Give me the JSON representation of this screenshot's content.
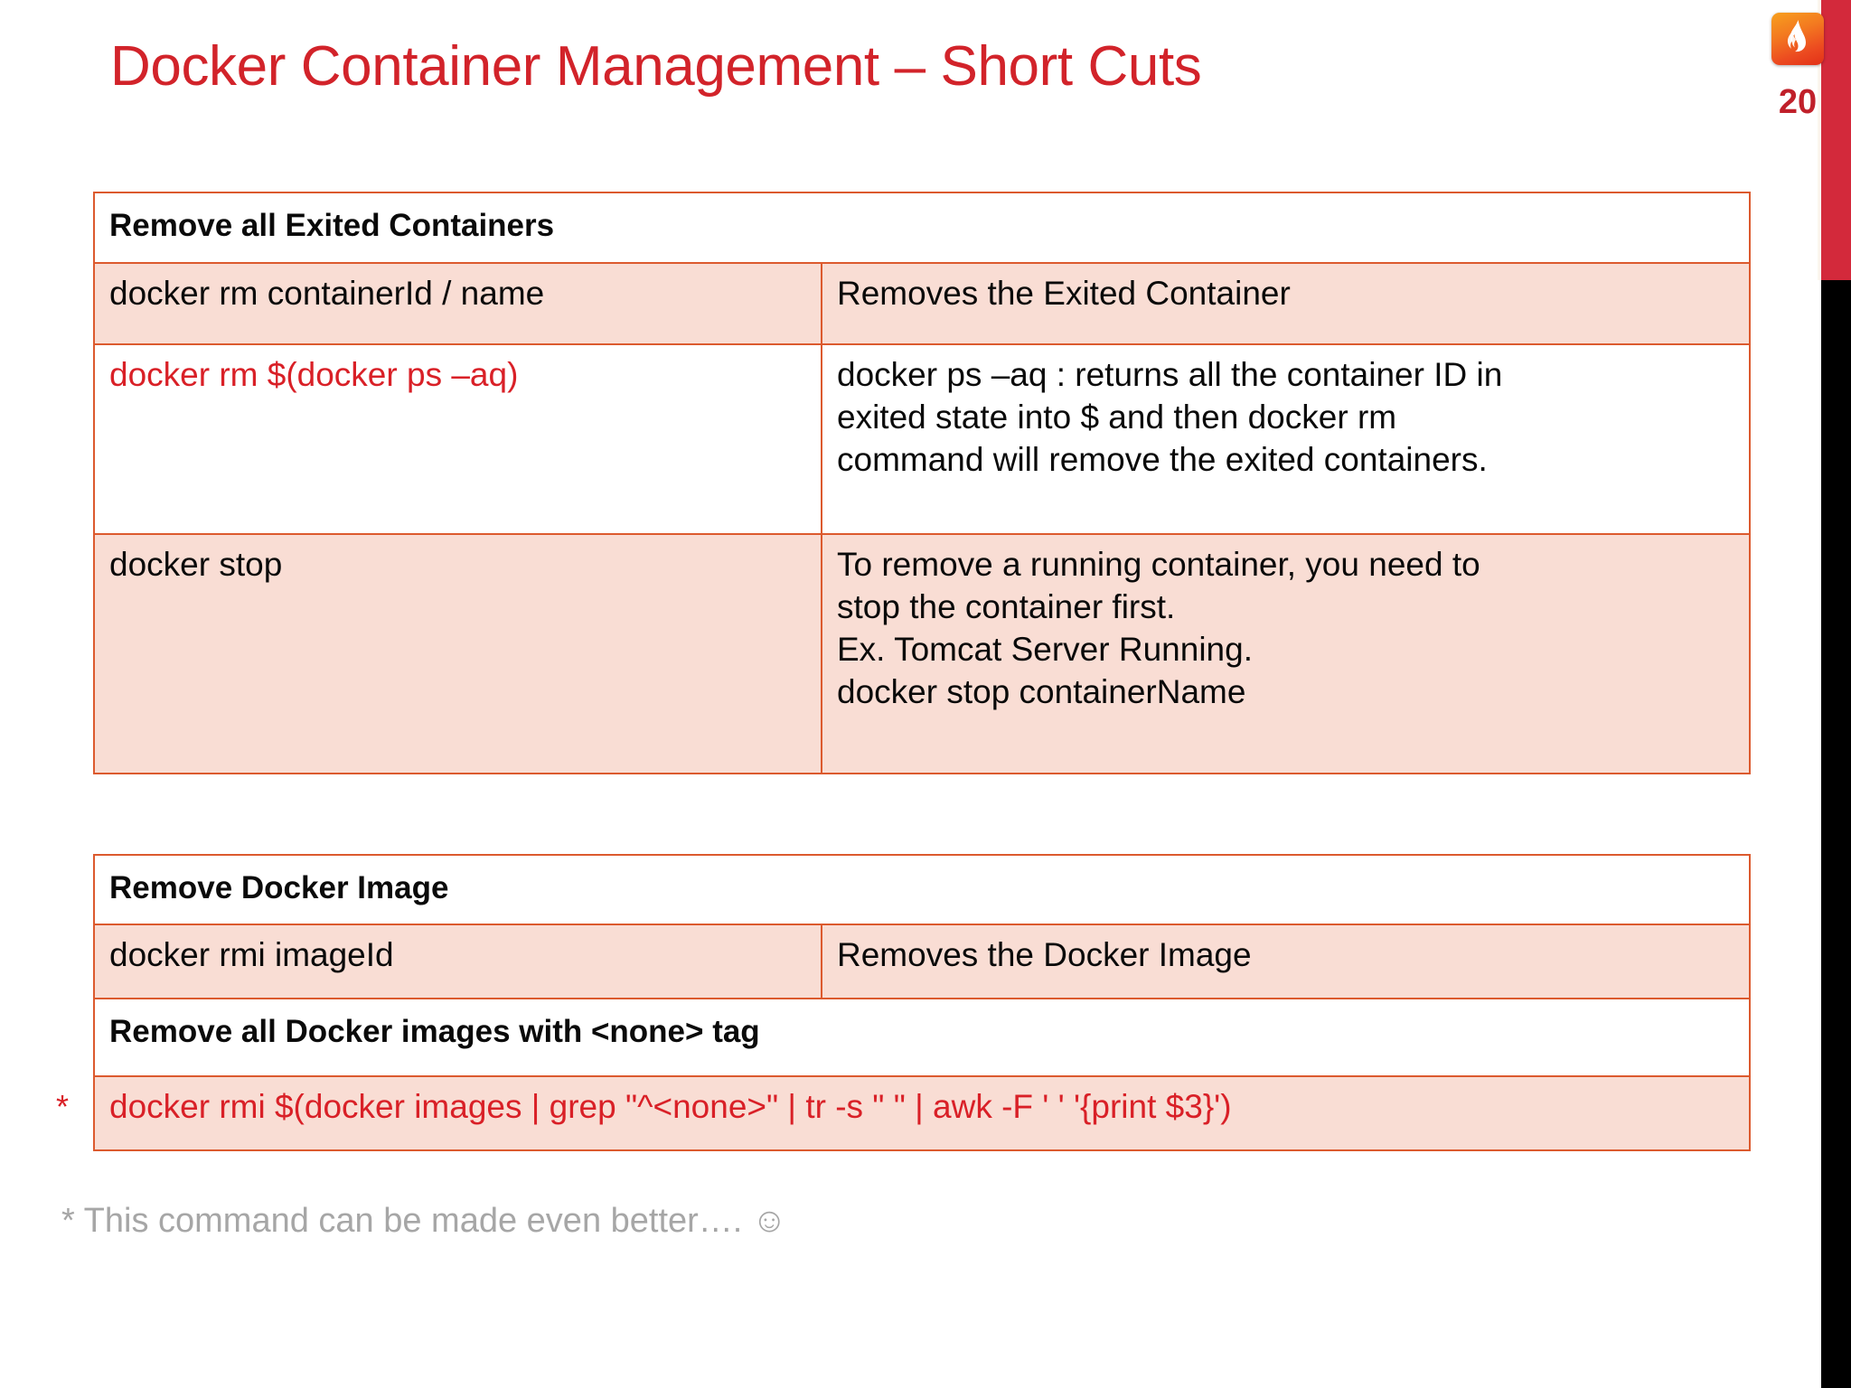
{
  "slide": {
    "title": "Docker Container Management – Short Cuts",
    "page_number": "20",
    "logo_icon": "flame-logo-icon",
    "title_color": "#D2232A",
    "accent_border_color": "#DC5A2E",
    "row_fill_color": "#F9DDD4",
    "command_red_color": "#D92027",
    "edge_red_color": "#D3293B",
    "edge_black_color": "#000000"
  },
  "table1": {
    "header": "Remove all Exited Containers",
    "rows": [
      {
        "command": "docker rm containerId / name",
        "description_lines": [
          "Removes the Exited Container"
        ],
        "fill": "pink",
        "command_red": false
      },
      {
        "command": "docker rm $(docker ps –aq)",
        "description_lines": [
          "docker ps –aq : returns all the container ID in",
          "exited state into $ and then docker rm",
          "command will remove the exited containers."
        ],
        "fill": "white",
        "command_red": true
      },
      {
        "command": "docker stop",
        "description_lines": [
          "To remove a running container, you need to",
          "stop the container first.",
          "Ex. Tomcat Server Running.",
          "docker stop containerName"
        ],
        "fill": "pink",
        "command_red": false
      }
    ]
  },
  "table2": {
    "header": "Remove Docker Image",
    "row1": {
      "command": "docker rmi imageId",
      "description": "Removes the Docker Image"
    },
    "header2": "Remove all Docker images with <none> tag",
    "row2": {
      "command": "docker rmi $(docker images | grep \"^<none>\" | tr -s \" \" | awk -F ' ' '{print $3}')",
      "marker": "*"
    }
  },
  "footnote": {
    "text": "* This command can be made even better…. ",
    "smiley": "☺"
  }
}
